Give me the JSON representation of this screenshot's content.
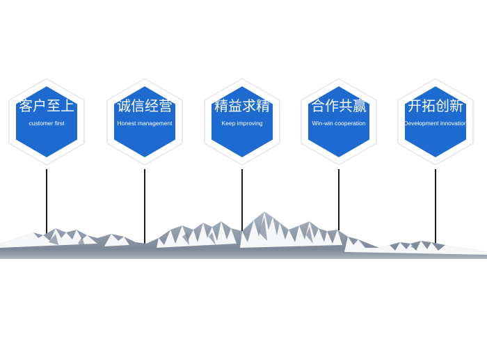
{
  "colors": {
    "hexagon_fill": "#1d6bd1",
    "hexagon_outline": "#e4e4e4",
    "connector_line": "#1b1b1b",
    "mountain_snow": "#f4f6f8",
    "mountain_rock": "#8a96a6"
  },
  "values": [
    {
      "title_zh": "客户至上",
      "title_en": "customer first",
      "icon": "hexagon-badge"
    },
    {
      "title_zh": "诚信经营",
      "title_en": "Honest management",
      "icon": "hexagon-badge"
    },
    {
      "title_zh": "精益求精",
      "title_en": "Keep improving",
      "icon": "hexagon-badge"
    },
    {
      "title_zh": "合作共赢",
      "title_en": "Win-win cooperation",
      "icon": "hexagon-badge"
    },
    {
      "title_zh": "开拓创新",
      "title_en": "Development innovation",
      "icon": "hexagon-badge"
    }
  ]
}
